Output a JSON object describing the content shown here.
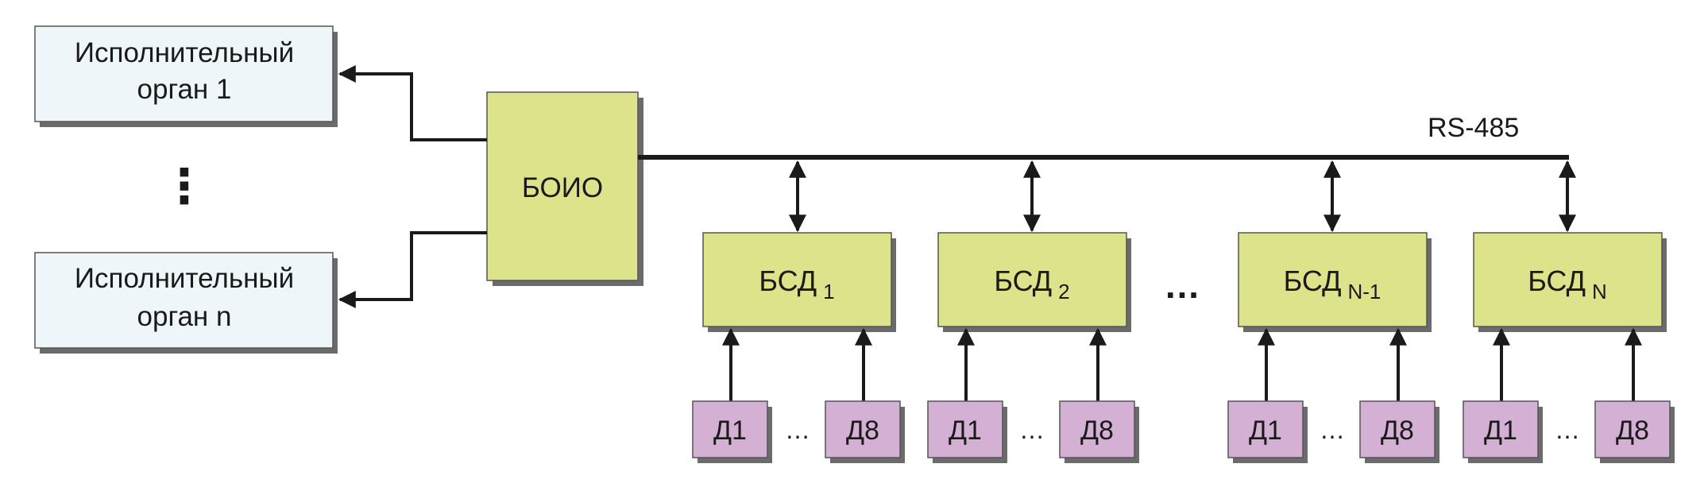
{
  "colors": {
    "actuator_fill": "#eef6f9",
    "boio_fill": "#dde38a",
    "bsd_fill": "#dde38a",
    "sensor_fill": "#d4b1d4",
    "shadow": "#6b6b6b",
    "stroke": "#1a1a1a"
  },
  "actuators": {
    "top": {
      "line1": "Исполнительный",
      "line2": "орган 1"
    },
    "bottom": {
      "line1": "Исполнительный",
      "line2": "орган n"
    },
    "ellipsis": "⋮"
  },
  "boio": {
    "label": "БОИО"
  },
  "bus": {
    "label": "RS-485"
  },
  "bsd_blocks": [
    {
      "label": "БСД",
      "sub": "1"
    },
    {
      "label": "БСД",
      "sub": "2"
    },
    {
      "label": "БСД",
      "sub": "N-1"
    },
    {
      "label": "БСД",
      "sub": "N"
    }
  ],
  "blocks_ellipsis": "…",
  "sensors": {
    "first": "Д1",
    "last": "Д8",
    "ellipsis": "…"
  }
}
